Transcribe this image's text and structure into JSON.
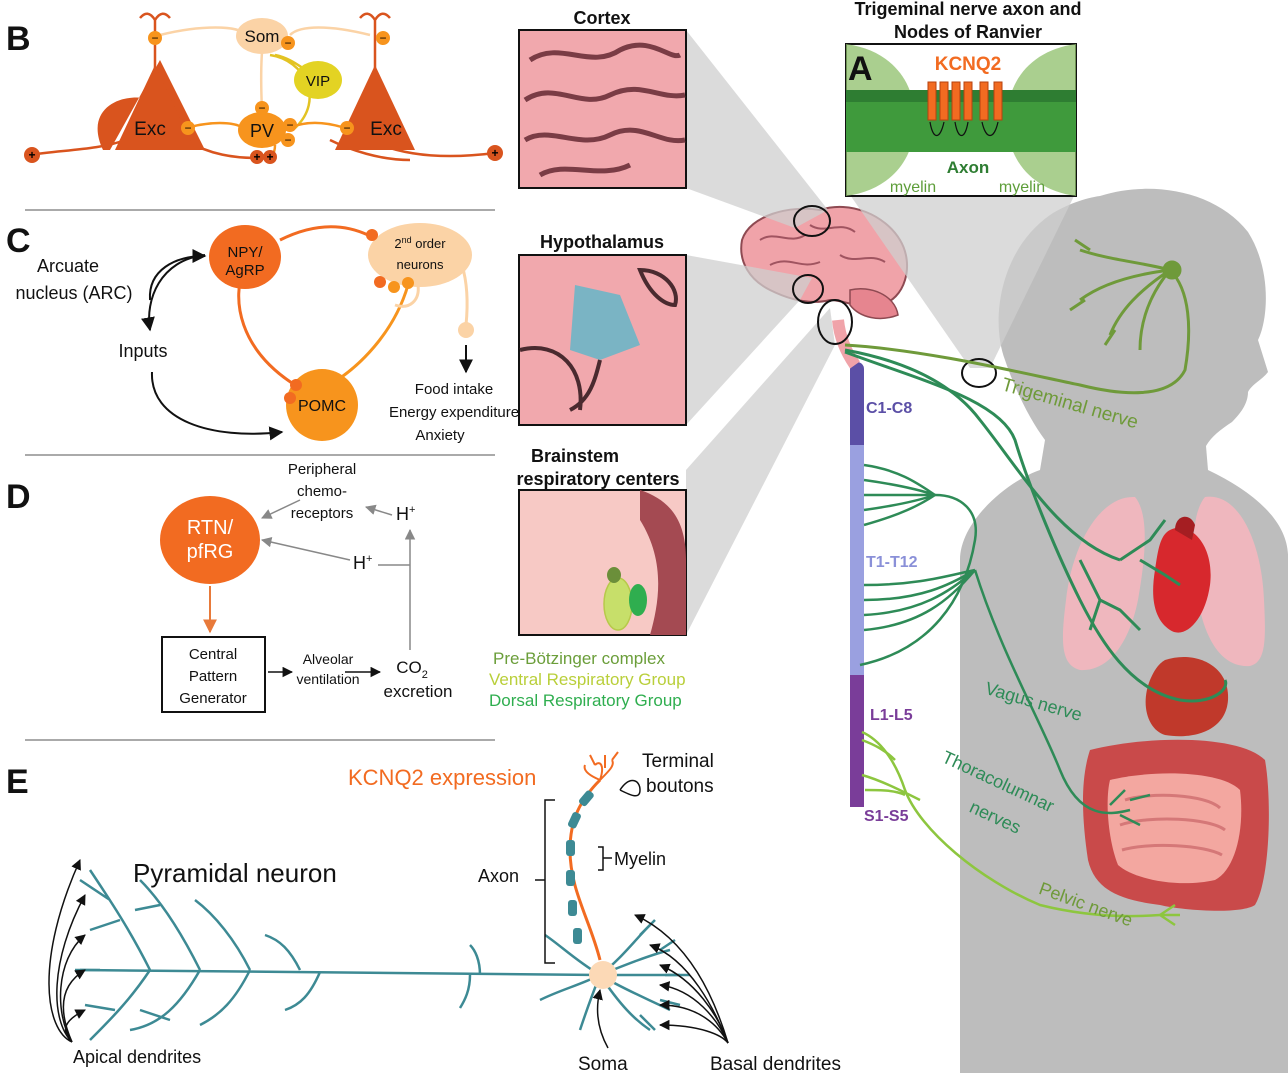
{
  "panels": {
    "a": "A",
    "b": "B",
    "c": "C",
    "d": "D",
    "e": "E"
  },
  "panel_b": {
    "som": "Som",
    "vip": "VIP",
    "pv": "PV",
    "exc_left": "Exc",
    "exc_right": "Exc",
    "minus": "−",
    "plus": "+"
  },
  "panel_c": {
    "npy": "NPY/",
    "agrp": "AgRP",
    "pomc": "POMC",
    "second_a": "2",
    "second_sup": "nd",
    "second_b": " order",
    "second_c": "neurons",
    "arcuate_1": "Arcuate",
    "arcuate_2": "nucleus (ARC)",
    "inputs": "Inputs",
    "food": "Food intake",
    "energy": "Energy expenditure",
    "anxiety": "Anxiety"
  },
  "panel_d": {
    "rtn_1": "RTN/",
    "rtn_2": "pfRG",
    "peri_1": "Peripheral",
    "peri_2": "chemo-",
    "peri_3": "receptors",
    "h_plus_1": "H",
    "h_plus_2": "H",
    "plus_sup": "+",
    "cpg_1": "Central",
    "cpg_2": "Pattern",
    "cpg_3": "Generator",
    "alv_1": "Alveolar",
    "alv_2": "ventilation",
    "co2_1": "CO",
    "co2_sub": "2",
    "co2_2": "excretion"
  },
  "middle": {
    "cortex": "Cortex",
    "hypothalamus": "Hypothalamus",
    "brainstem_1": "Brainstem",
    "brainstem_2": "respiratory centers",
    "pre_botz": "Pre-Bötzinger complex",
    "vrg": "Ventral Respiratory Group",
    "drg": "Dorsal Respiratory Group"
  },
  "panel_a": {
    "title_1": "Trigeminal nerve axon and",
    "title_2": "Nodes of Ranvier",
    "kcnq2": "KCNQ2",
    "axon": "Axon",
    "myelin_l": "myelin",
    "myelin_r": "myelin"
  },
  "body": {
    "c1c8": "C1-C8",
    "t1t12": "T1-T12",
    "l1l5": "L1-L5",
    "s1s5": "S1-S5",
    "trigeminal": "Trigeminal nerve",
    "vagus": "Vagus nerve",
    "thoraco_1": "Thoracolumnar",
    "thoraco_2": "nerves",
    "pelvic": "Pelvic nerve"
  },
  "panel_e": {
    "kcnq2_expr": "KCNQ2 expression",
    "terminal_1": "Terminal",
    "terminal_2": "boutons",
    "myelin": "Myelin",
    "axon": "Axon",
    "pyramidal": "Pyramidal neuron",
    "apical": "Apical dendrites",
    "soma": "Soma",
    "basal": "Basal dendrites"
  },
  "colors": {
    "exc": "#d9541e",
    "pv": "#f7941d",
    "som": "#fbd3a6",
    "vip": "#e3d323",
    "axon_green": "#5e9e3a",
    "nerve_green": "#6f9a3a",
    "vagus_green": "#2e8b57",
    "dendrite": "#3d8a94",
    "kcnq2_orange": "#f26b21",
    "spine_purple": "#6a4fa6",
    "body_gray": "#bdbdbd"
  }
}
